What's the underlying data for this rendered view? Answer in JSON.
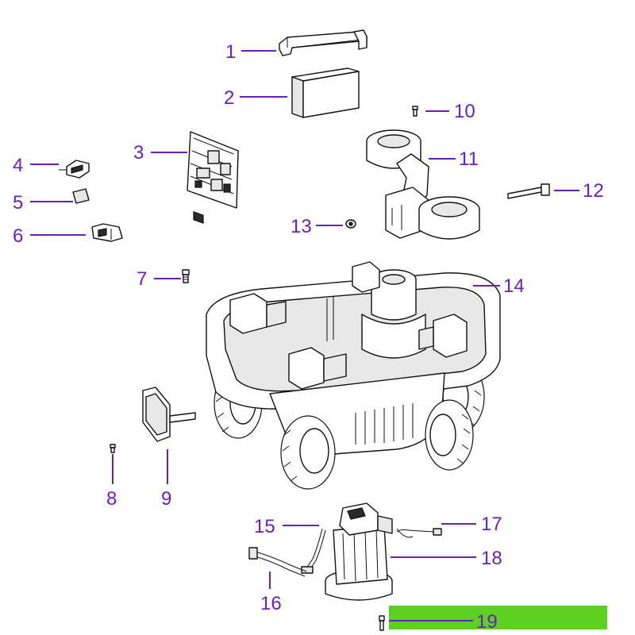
{
  "diagram": {
    "callouts": [
      "1",
      "2",
      "3",
      "4",
      "5",
      "6",
      "7",
      "8",
      "9",
      "10",
      "11",
      "12",
      "13",
      "14",
      "15",
      "16",
      "17",
      "18",
      "19"
    ],
    "highlight": {
      "callout": "19",
      "color": "#5dd11f"
    },
    "label_color": "#6a1fc0",
    "line_color": "#111111"
  }
}
